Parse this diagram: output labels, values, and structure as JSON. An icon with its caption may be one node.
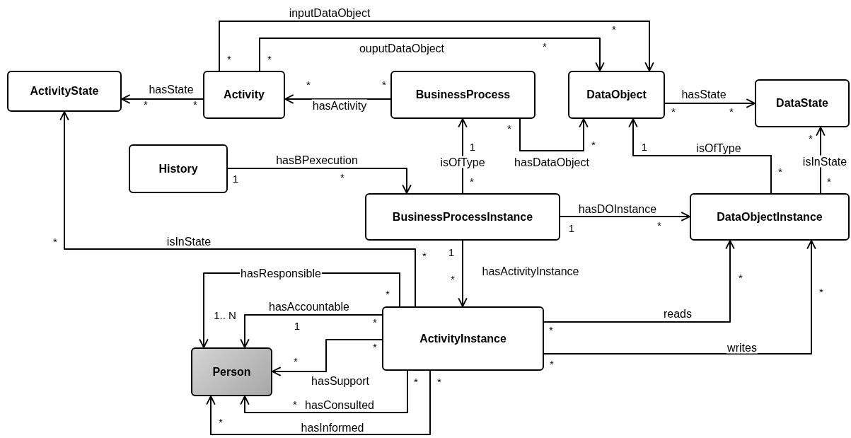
{
  "diagram": {
    "nodes": [
      {
        "text": [
          "ActivityState"
        ]
      },
      {
        "text": [
          "Activity"
        ]
      },
      {
        "text": [
          "BusinessProcess"
        ]
      },
      {
        "text": [
          "DataObject"
        ]
      },
      {
        "text": [
          "DataState"
        ]
      },
      {
        "text": [
          "History"
        ]
      },
      {
        "text": [
          "BusinessProcessInstance"
        ]
      },
      {
        "text": [
          "DataObjectInstance"
        ]
      },
      {
        "text": [
          "ActivityInstance"
        ]
      },
      {
        "text": [
          "Person"
        ]
      }
    ],
    "edges": [
      {
        "from": 1,
        "to": 0,
        "arrow": "to",
        "label": "hasState"
      },
      {
        "from": 2,
        "to": 1,
        "arrow": "to",
        "label": "hasActivity"
      },
      {
        "from": 1,
        "to": 3,
        "arrow": "to",
        "label": "inputDataObject"
      },
      {
        "from": 1,
        "to": 3,
        "arrow": "to",
        "label": "ouputDataObject"
      },
      {
        "from": 2,
        "to": 3,
        "arrow": "to",
        "label": "hasDataObject"
      },
      {
        "from": 3,
        "to": 4,
        "arrow": "to",
        "label": "hasState"
      },
      {
        "from": 5,
        "to": 6,
        "arrow": "to",
        "label": "hasBPexecution"
      },
      {
        "from": 6,
        "to": 2,
        "arrow": "to",
        "label": "isOfType"
      },
      {
        "from": 7,
        "to": 3,
        "arrow": "to",
        "label": "isOfType"
      },
      {
        "from": 7,
        "to": 4,
        "arrow": "to",
        "label": "isInState"
      },
      {
        "from": 6,
        "to": 7,
        "arrow": "to",
        "label": "hasDOInstance"
      },
      {
        "from": 6,
        "to": 8,
        "arrow": "to",
        "label": "hasActivityInstance"
      },
      {
        "from": 8,
        "to": 0,
        "arrow": "to",
        "label": "isInState"
      },
      {
        "from": 8,
        "to": 7,
        "arrow": "to",
        "label": "reads"
      },
      {
        "from": 8,
        "to": 7,
        "arrow": "to",
        "label": "writes"
      },
      {
        "from": 8,
        "to": 9,
        "arrow": "to",
        "label": "hasResponsible"
      },
      {
        "from": 8,
        "to": 9,
        "arrow": "to",
        "label": "hasAccountable"
      },
      {
        "from": 8,
        "to": 9,
        "arrow": "to",
        "label": "hasSupport"
      },
      {
        "from": 8,
        "to": 9,
        "arrow": "to",
        "label": "hasConsulted"
      },
      {
        "from": 8,
        "to": 9,
        "arrow": "to",
        "label": "hasInformed"
      }
    ],
    "labels": [
      "*",
      "*",
      "*",
      "*",
      "*",
      "*",
      "*",
      "*",
      "*",
      "*",
      "*",
      "*",
      "1",
      "1",
      "*",
      "1",
      "*",
      "*",
      "*",
      "*",
      "1",
      "*",
      "*",
      "*",
      "1",
      "*",
      "*",
      "*",
      "*",
      "1.. N",
      "1",
      "*",
      "*",
      "*",
      "*",
      "*",
      "*",
      "*",
      "*",
      "*"
    ]
  }
}
